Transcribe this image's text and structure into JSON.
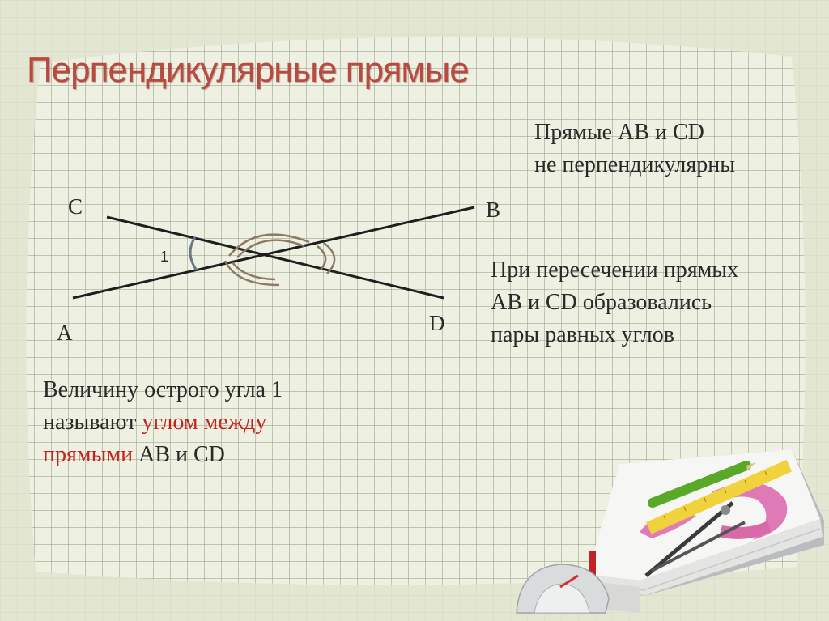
{
  "slide": {
    "title": "Перпендикулярные прямые",
    "statement_line1": "Прямые АВ и CD",
    "statement_line2": "не перпендикулярны",
    "intersection_line1": "При пересечении прямых",
    "intersection_line2": "АВ и CD образовались",
    "intersection_line3": "пары равных углов",
    "definition_line1": "Величину острого угла 1",
    "definition_line2_plain": "называют ",
    "definition_line2_red": "углом между",
    "definition_line3_red": "прямыми",
    "definition_line3_plain": " АВ и CD"
  },
  "diagram": {
    "point_a": "A",
    "point_b": "B",
    "point_c": "C",
    "point_d": "D",
    "angle_label": "1",
    "line_color": "#1e1e1e",
    "arc_color": "#8c7a66",
    "angle1_arc_color": "#6a7686"
  },
  "colors": {
    "title": "#b84a40",
    "highlight": "#c8201a",
    "grid_background": "#eef0e2"
  },
  "icons": [
    "school-supplies-illustration"
  ]
}
